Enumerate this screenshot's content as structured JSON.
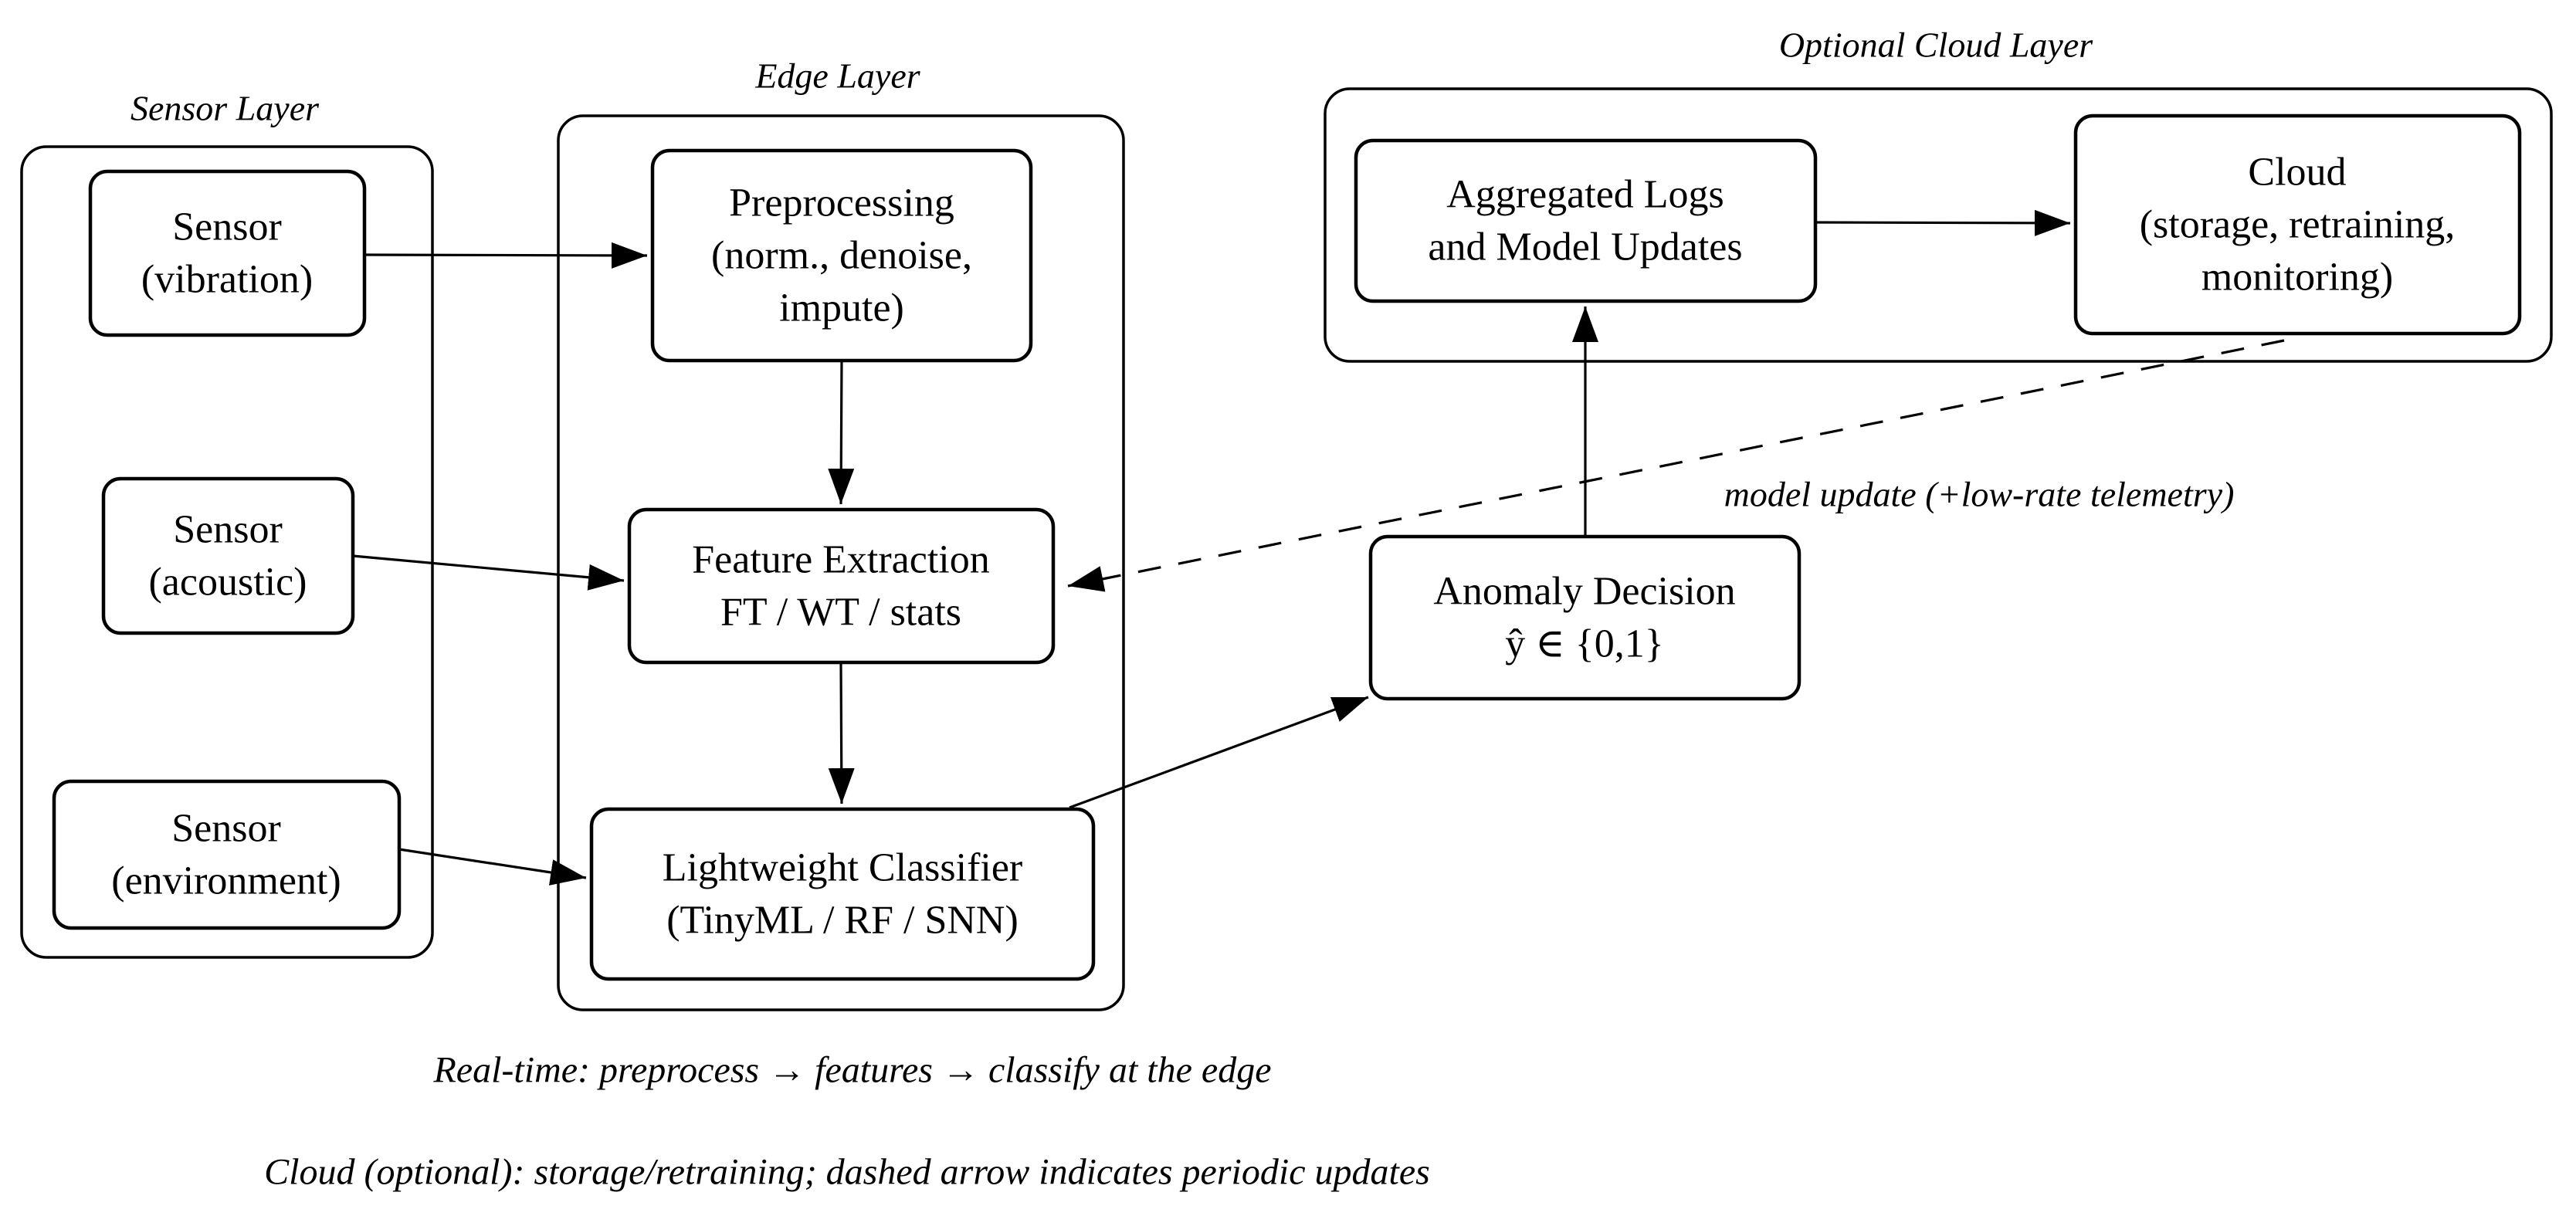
{
  "figure": {
    "background": "#ffffff",
    "stroke_color": "#000000",
    "layers": {
      "sensor": {
        "label": "Sensor Layer"
      },
      "edge": {
        "label": "Edge Layer"
      },
      "cloud": {
        "label": "Optional Cloud Layer"
      }
    },
    "nodes": {
      "sensor_vibration": {
        "lines": [
          "Sensor",
          "(vibration)"
        ]
      },
      "sensor_acoustic": {
        "lines": [
          "Sensor",
          "(acoustic)"
        ]
      },
      "sensor_environment": {
        "lines": [
          "Sensor",
          "(environment)"
        ]
      },
      "preprocessing": {
        "lines": [
          "Preprocessing",
          "(norm., denoise,",
          "impute)"
        ]
      },
      "feature_extraction": {
        "lines": [
          "Feature Extraction",
          "FT / WT / stats"
        ]
      },
      "lightweight_classifier": {
        "lines": [
          "Lightweight Classifier",
          "(TinyML / RF / SNN)"
        ]
      },
      "aggregated_logs": {
        "lines": [
          "Aggregated Logs",
          "and Model Updates"
        ]
      },
      "cloud": {
        "lines": [
          "Cloud",
          "(storage, retraining,",
          "monitoring)"
        ]
      },
      "anomaly_decision": {
        "lines": [
          "Anomaly Decision",
          "ŷ ∈ {0,1}"
        ]
      }
    },
    "edge_labels": {
      "model_update": "model update (+low-rate telemetry)"
    },
    "captions": {
      "realtime": "Real-time: preprocess → features → classify at the edge",
      "cloud_optional": "Cloud (optional): storage/retraining; dashed arrow indicates periodic updates"
    },
    "connections": [
      {
        "from": "sensor_vibration",
        "to": "preprocessing",
        "style": "solid"
      },
      {
        "from": "sensor_acoustic",
        "to": "feature_extraction",
        "style": "solid"
      },
      {
        "from": "sensor_environment",
        "to": "lightweight_classifier",
        "style": "solid"
      },
      {
        "from": "preprocessing",
        "to": "feature_extraction",
        "style": "solid"
      },
      {
        "from": "feature_extraction",
        "to": "lightweight_classifier",
        "style": "solid"
      },
      {
        "from": "lightweight_classifier",
        "to": "anomaly_decision",
        "style": "solid"
      },
      {
        "from": "anomaly_decision",
        "to": "aggregated_logs",
        "style": "solid"
      },
      {
        "from": "aggregated_logs",
        "to": "cloud",
        "style": "solid"
      },
      {
        "from": "cloud",
        "to": "feature_extraction",
        "style": "dashed",
        "label": "model update (+low-rate telemetry)"
      }
    ]
  }
}
